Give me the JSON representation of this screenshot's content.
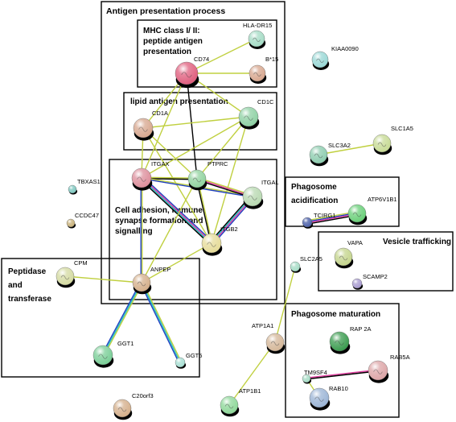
{
  "groups": [
    {
      "id": "antigen",
      "lines": [
        "Antigen presentation process"
      ]
    },
    {
      "id": "mhc",
      "lines": [
        "MHC class I/ II:",
        "peptide antigen",
        "presentation"
      ]
    },
    {
      "id": "lipid",
      "lines": [
        "lipid antigen presentation"
      ]
    },
    {
      "id": "adhesion",
      "lines": [
        "Cell adhesion, immune",
        "synapse formation and",
        "signalling"
      ]
    },
    {
      "id": "peptidase",
      "lines": [
        "Peptidase",
        "and",
        "transferase"
      ]
    },
    {
      "id": "acid",
      "lines": [
        "Phagosome",
        "acidification"
      ]
    },
    {
      "id": "vesicle",
      "lines": [
        "Vesicle trafficking"
      ]
    },
    {
      "id": "maturation",
      "lines": [
        "Phagosome maturation"
      ]
    }
  ],
  "nodes": [
    {
      "id": "CD74",
      "label": "CD74",
      "color": "#e0607f"
    },
    {
      "id": "HLA-DR15",
      "label": "HLA-DR15",
      "color": "#a6dcc6"
    },
    {
      "id": "B15",
      "label": "B*15",
      "color": "#d8a890"
    },
    {
      "id": "CD1A",
      "label": "CD1A",
      "color": "#d8a890"
    },
    {
      "id": "CD1C",
      "label": "CD1C",
      "color": "#8fd1a4"
    },
    {
      "id": "ITGAX",
      "label": "ITGAX",
      "color": "#dd8f9c"
    },
    {
      "id": "PTPRC",
      "label": "PTPRC",
      "color": "#92d3a0"
    },
    {
      "id": "ITGAL",
      "label": "ITGAL",
      "color": "#b9d9b2"
    },
    {
      "id": "ITGB2",
      "label": "ITGB2",
      "color": "#e6dc9a"
    },
    {
      "id": "ANPEP",
      "label": "ANPEP",
      "color": "#d5b08c"
    },
    {
      "id": "CPM",
      "label": "CPM",
      "color": "#d5dba3"
    },
    {
      "id": "GGT1",
      "label": "GGT1",
      "color": "#7bcf98"
    },
    {
      "id": "GGT5",
      "label": "GGT5",
      "color": "#a8e0d4"
    },
    {
      "id": "KIAA0090",
      "label": "KIAA0090",
      "color": "#9ad8d6"
    },
    {
      "id": "SLC1A5",
      "label": "SLC1A5",
      "color": "#c8db96"
    },
    {
      "id": "SLC3A2",
      "label": "SLC3A2",
      "color": "#8ecdb0"
    },
    {
      "id": "TBXAS1",
      "label": "TBXAS1",
      "color": "#7ec8c0"
    },
    {
      "id": "CCDC47",
      "label": "CCDC47",
      "color": "#c9b27a"
    },
    {
      "id": "ATP6V1B1",
      "label": "ATP6V1B1",
      "color": "#6bd07a"
    },
    {
      "id": "TCIRG1",
      "label": "TCIRG1",
      "color": "#4a5fa8"
    },
    {
      "id": "VAPA",
      "label": "VAPA",
      "color": "#c5d58e"
    },
    {
      "id": "SCAMP2",
      "label": "SCAMP2",
      "color": "#a89bd0"
    },
    {
      "id": "SLC2A5",
      "label": "SLC2A5",
      "color": "#a6dcc6"
    },
    {
      "id": "ATP1A1",
      "label": "ATP1A1",
      "color": "#d5b89a"
    },
    {
      "id": "ATP1B1",
      "label": "ATP1B1",
      "color": "#8fd89a"
    },
    {
      "id": "RAP2A",
      "label": "RAP 2A",
      "color": "#3c9c50"
    },
    {
      "id": "RAB5A",
      "label": "RAB5A",
      "color": "#dda6a8"
    },
    {
      "id": "TM9SF4",
      "label": "TM9SF4",
      "color": "#a6dcc6"
    },
    {
      "id": "RAB10",
      "label": "RAB10",
      "color": "#9cb5d6"
    },
    {
      "id": "C20orf3",
      "label": "C20orf3",
      "color": "#d5b08c"
    }
  ],
  "edges": [
    {
      "a": "CD74",
      "b": "HLA-DR15",
      "colors": [
        "#c0d040"
      ]
    },
    {
      "a": "CD74",
      "b": "B15",
      "colors": [
        "#c0d040"
      ]
    },
    {
      "a": "CD74",
      "b": "CD1A",
      "colors": [
        "#c0d040"
      ]
    },
    {
      "a": "CD74",
      "b": "CD1C",
      "colors": [
        "#c0d040"
      ]
    },
    {
      "a": "CD74",
      "b": "PTPRC",
      "colors": [
        "#000000"
      ]
    },
    {
      "a": "CD74",
      "b": "ITGAX",
      "colors": [
        "#c0d040"
      ]
    },
    {
      "a": "CD1A",
      "b": "CD1C",
      "colors": [
        "#c0d040"
      ]
    },
    {
      "a": "CD1A",
      "b": "PTPRC",
      "colors": [
        "#c0d040"
      ]
    },
    {
      "a": "CD1A",
      "b": "ITGAX",
      "colors": [
        "#c0d040"
      ]
    },
    {
      "a": "CD1A",
      "b": "ITGB2",
      "colors": [
        "#c0d040"
      ]
    },
    {
      "a": "CD1C",
      "b": "PTPRC",
      "colors": [
        "#c0d040"
      ]
    },
    {
      "a": "CD1C",
      "b": "ITGAX",
      "colors": [
        "#c0d040"
      ]
    },
    {
      "a": "CD1C",
      "b": "ITGB2",
      "colors": [
        "#c0d040"
      ]
    },
    {
      "a": "ITGAX",
      "b": "PTPRC",
      "colors": [
        "#c0d040",
        "#000000"
      ]
    },
    {
      "a": "ITGAX",
      "b": "ITGB2",
      "colors": [
        "#2040c0",
        "#e040a0",
        "#20c0c0",
        "#000000"
      ]
    },
    {
      "a": "ITGAX",
      "b": "ITGAL",
      "colors": [
        "#c0d040",
        "#2040c0"
      ]
    },
    {
      "a": "ITGAX",
      "b": "ANPEP",
      "colors": [
        "#c0d040",
        "#2040c0"
      ]
    },
    {
      "a": "PTPRC",
      "b": "ITGAL",
      "colors": [
        "#c0d040",
        "#e040a0",
        "#000000"
      ]
    },
    {
      "a": "PTPRC",
      "b": "ITGB2",
      "colors": [
        "#c0d040",
        "#000000"
      ]
    },
    {
      "a": "PTPRC",
      "b": "ANPEP",
      "colors": [
        "#c0d040"
      ]
    },
    {
      "a": "ITGAL",
      "b": "ITGB2",
      "colors": [
        "#2040c0",
        "#e040a0",
        "#20c0c0",
        "#000000"
      ]
    },
    {
      "a": "ITGB2",
      "b": "ANPEP",
      "colors": [
        "#c0d040"
      ]
    },
    {
      "a": "CPM",
      "b": "ANPEP",
      "colors": [
        "#c0d040"
      ]
    },
    {
      "a": "ANPEP",
      "b": "GGT1",
      "colors": [
        "#c0d040",
        "#20c0c0",
        "#2040c0"
      ]
    },
    {
      "a": "ANPEP",
      "b": "GGT5",
      "colors": [
        "#c0d040",
        "#20c0c0",
        "#2040c0"
      ]
    },
    {
      "a": "SLC3A2",
      "b": "SLC1A5",
      "colors": [
        "#c0d040"
      ]
    },
    {
      "a": "TCIRG1",
      "b": "ATP6V1B1",
      "colors": [
        "#c0d040",
        "#2040c0",
        "#e040a0",
        "#000000"
      ]
    },
    {
      "a": "SLC2A5",
      "b": "ATP1A1",
      "colors": [
        "#c0d040"
      ]
    },
    {
      "a": "ATP1A1",
      "b": "ATP1B1",
      "colors": [
        "#c0d040"
      ]
    },
    {
      "a": "TM9SF4",
      "b": "RAB5A",
      "colors": [
        "#e040a0",
        "#000000"
      ]
    },
    {
      "a": "TM9SF4",
      "b": "RAB10",
      "colors": [
        "#c0d040"
      ]
    }
  ]
}
